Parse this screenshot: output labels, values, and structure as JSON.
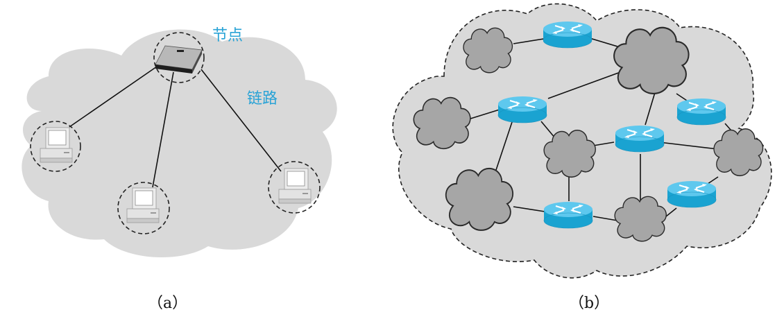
{
  "diagram_a": {
    "caption": "（a）",
    "labels": {
      "node": "节点",
      "link": "链路"
    },
    "icons": [
      "switch-icon",
      "computer-icon",
      "computer-icon",
      "computer-icon",
      "cloud-icon"
    ]
  },
  "diagram_b": {
    "caption": "（b）",
    "icons": [
      "router-icon",
      "cloud-icon"
    ]
  },
  "colors": {
    "cloud_fill": "#d9d9d9",
    "subnet_fill": "#a6a6a6",
    "router_top": "#5ec8ee",
    "router_side": "#1aa3d1",
    "label": "#29a3d6"
  }
}
